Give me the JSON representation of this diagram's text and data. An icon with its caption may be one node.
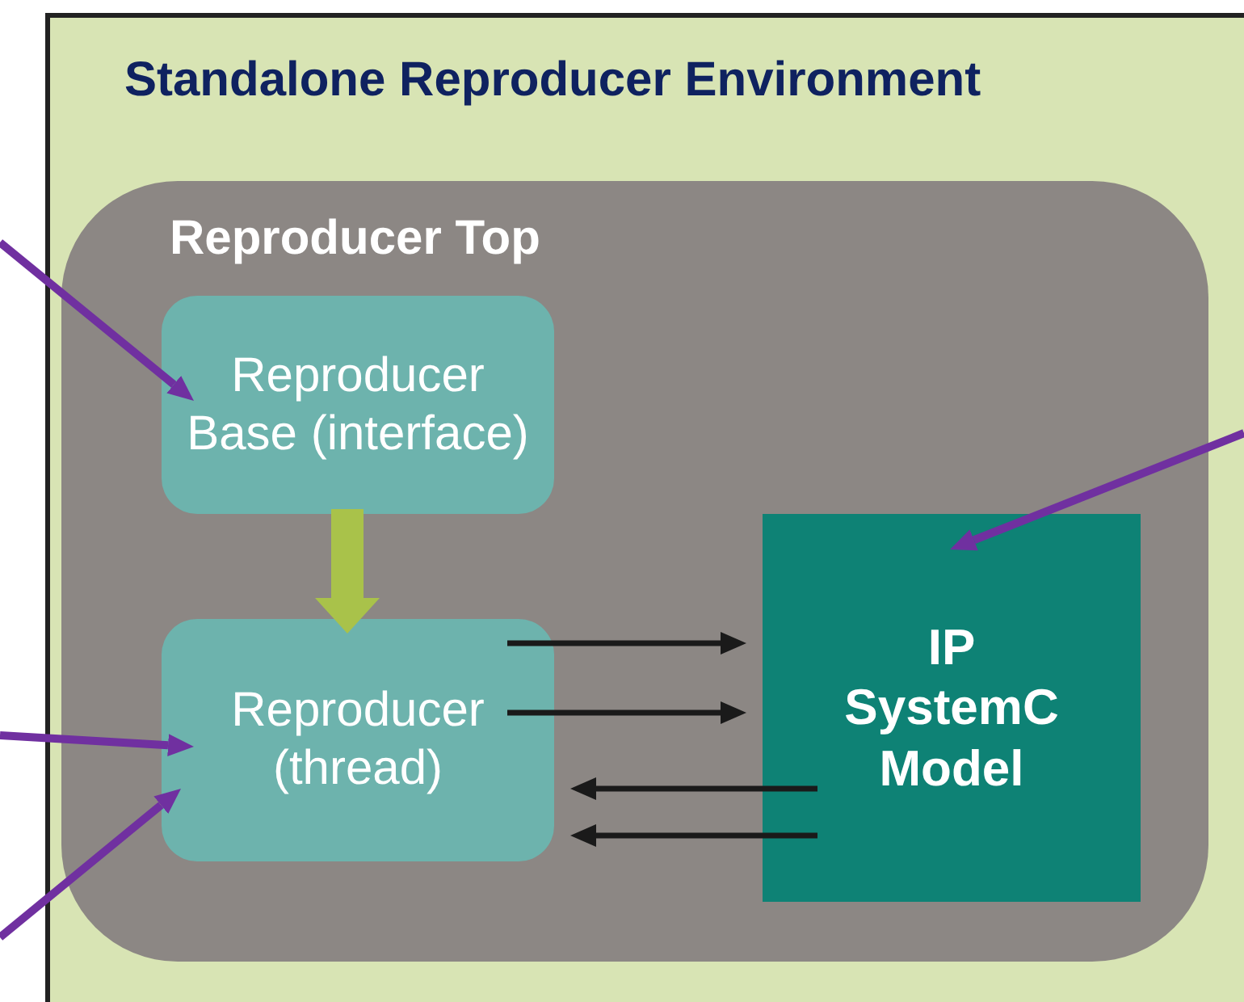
{
  "diagram": {
    "nodes": [
      {
        "text": [
          "Standalone Reproducer Environment"
        ]
      },
      {
        "text": [
          "Reproducer Top"
        ],
        "in": 0
      },
      {
        "text": [
          "Reproducer Base (interface)"
        ],
        "in": 1
      },
      {
        "text": [
          "Reproducer (thread)"
        ],
        "in": 1
      },
      {
        "text": [
          "IP SystemC Model"
        ],
        "in": 1
      }
    ],
    "edges": [
      {
        "from": 2,
        "to": 3,
        "arrow": "to",
        "style": "thick",
        "color": "#a9c24a"
      },
      {
        "from": 3,
        "to": 4,
        "arrow": "to"
      },
      {
        "from": 3,
        "to": 4,
        "arrow": "to"
      },
      {
        "from": 4,
        "to": 3,
        "arrow": "to"
      },
      {
        "from": 4,
        "to": 3,
        "arrow": "to"
      },
      {
        "from": null,
        "to": 2,
        "arrow": "to",
        "color": "#7030a0"
      },
      {
        "from": null,
        "to": 3,
        "arrow": "to",
        "color": "#7030a0"
      },
      {
        "from": null,
        "to": 3,
        "arrow": "to",
        "color": "#7030a0"
      },
      {
        "from": null,
        "to": 4,
        "arrow": "to",
        "color": "#7030a0"
      }
    ]
  }
}
